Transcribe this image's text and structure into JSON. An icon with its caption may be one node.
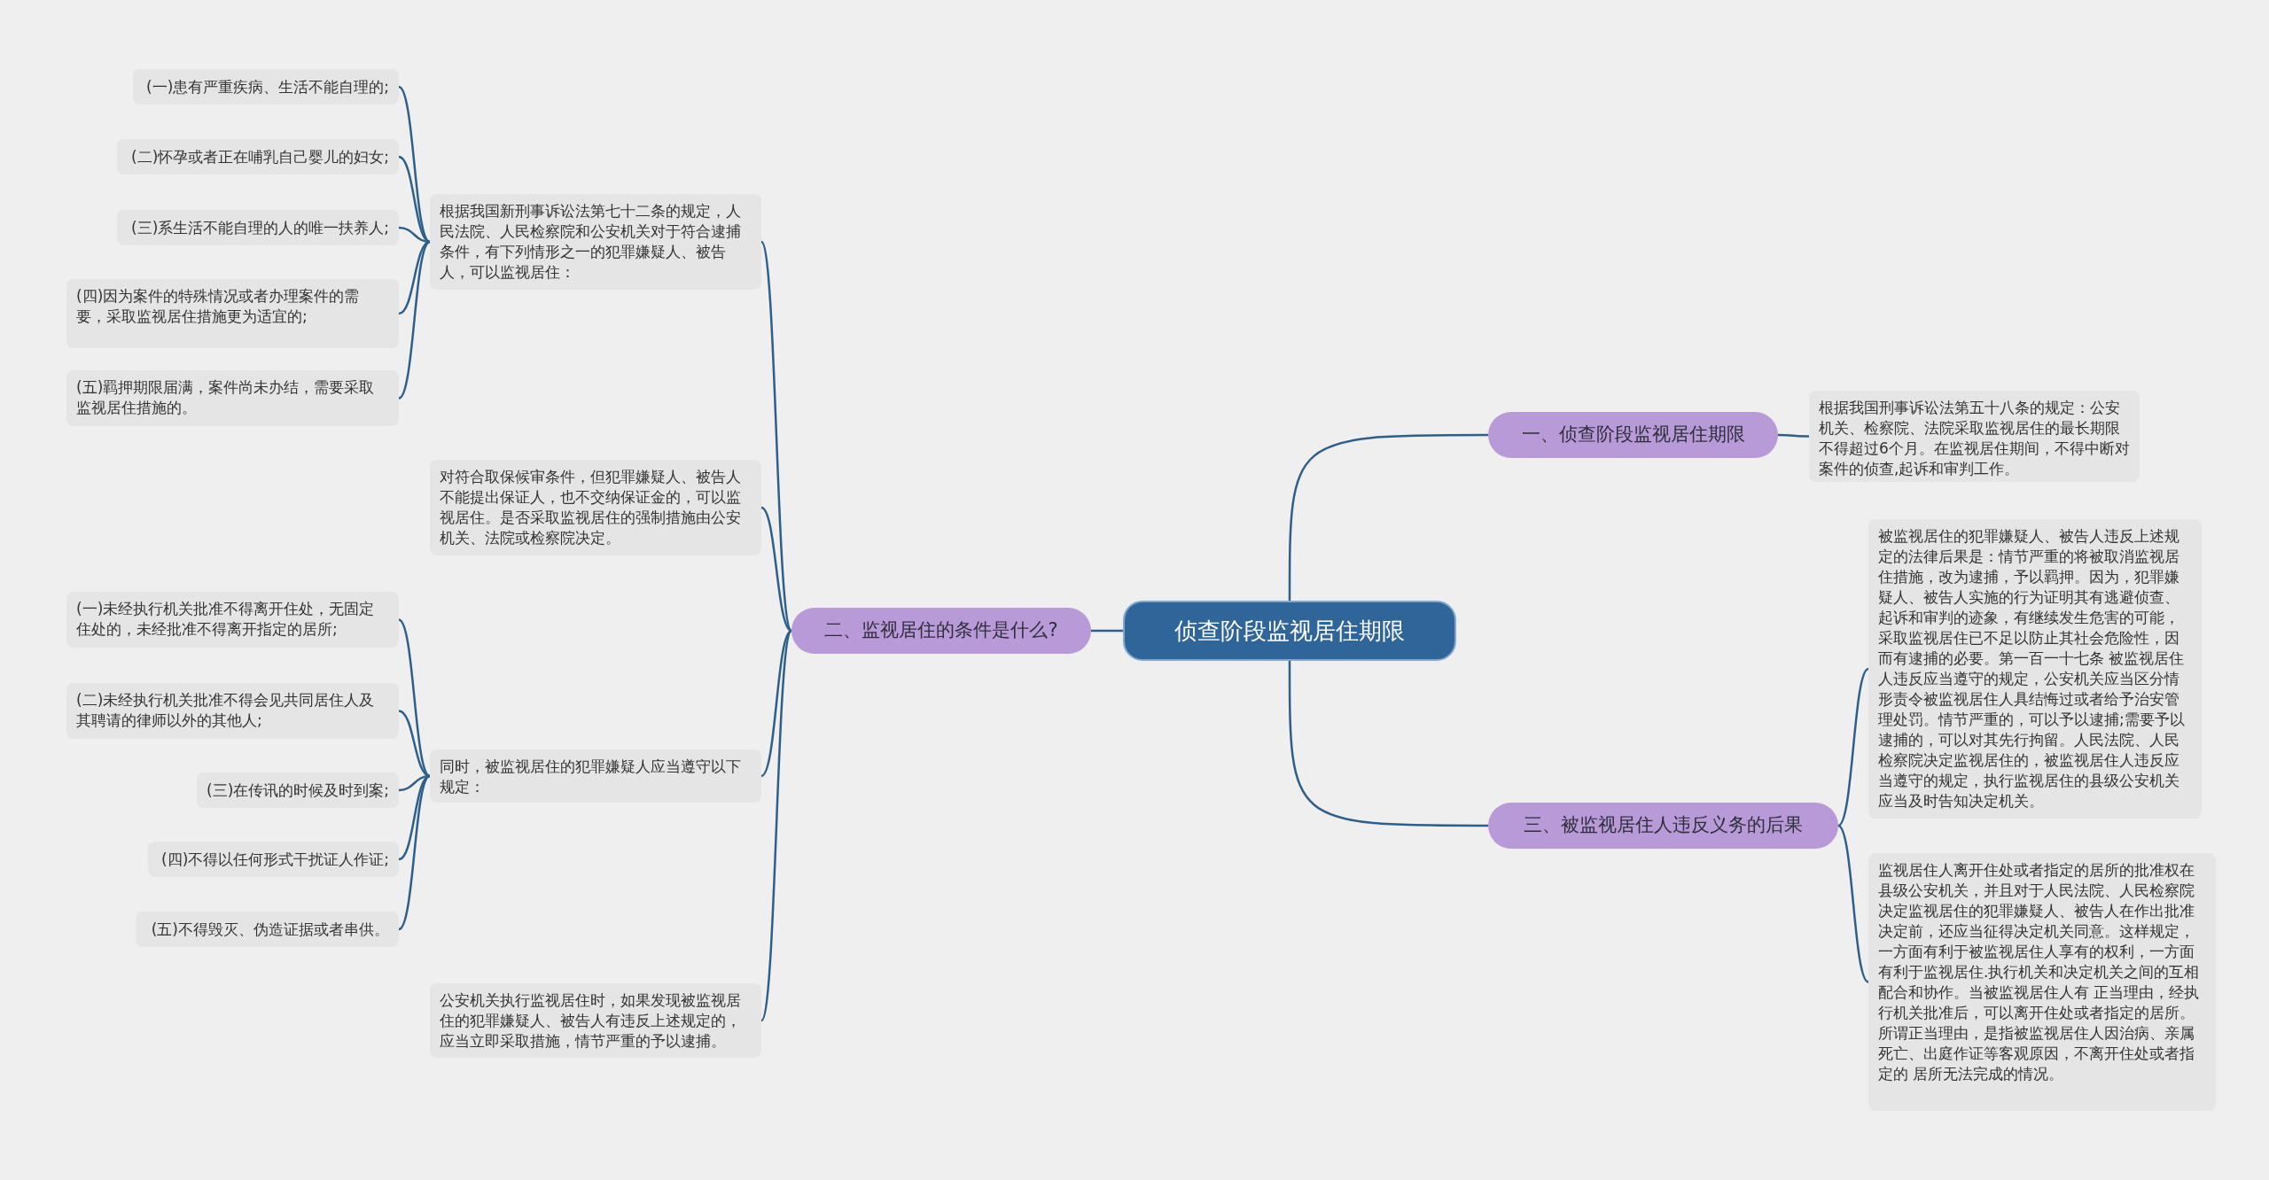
{
  "diagram": {
    "nodes": [
      {
        "text": [
          "侦查阶段监视居住期限"
        ]
      },
      {
        "text": [
          "二、监视居住的条件是什么?"
        ]
      },
      {
        "text": [
          "一、侦查阶段监视居住期限"
        ]
      },
      {
        "text": [
          "三、被监视居住人违反义务的后果"
        ]
      },
      {
        "text": [
          "根据我国新刑事诉讼法第七十二条的规定，人民法院、人民检察院和公安机关对于符合逮捕条件，有下列情形之一的犯罪嫌疑人、被告人，可以监视居住："
        ]
      },
      {
        "text": [
          "(一)患有严重疾病、生活不能自理的;"
        ]
      },
      {
        "text": [
          "(二)怀孕或者正在哺乳自己婴儿的妇女;"
        ]
      },
      {
        "text": [
          "(三)系生活不能自理的人的唯一扶养人;"
        ]
      },
      {
        "text": [
          "(四)因为案件的特殊情况或者办理案件的需要，采取监视居住措施更为适宜的;"
        ]
      },
      {
        "text": [
          "(五)羁押期限届满，案件尚未办结，需要采取监视居住措施的。"
        ]
      },
      {
        "text": [
          "对符合取保候审条件，但犯罪嫌疑人、被告人不能提出保证人，也不交纳保证金的，可以监视居住。是否采取监视居住的强制措施由公安机关、法院或检察院决定。"
        ]
      },
      {
        "text": [
          "同时，被监视居住的犯罪嫌疑人应当遵守以下规定："
        ]
      },
      {
        "text": [
          "(一)未经执行机关批准不得离开住处，无固定住处的，未经批准不得离开指定的居所;"
        ]
      },
      {
        "text": [
          "(二)未经执行机关批准不得会见共同居住人及其聘请的律师以外的其他人;"
        ]
      },
      {
        "text": [
          "(三)在传讯的时候及时到案;"
        ]
      },
      {
        "text": [
          "(四)不得以任何形式干扰证人作证;"
        ]
      },
      {
        "text": [
          "(五)不得毁灭、伪造证据或者串供。"
        ]
      },
      {
        "text": [
          "公安机关执行监视居住时，如果发现被监视居住的犯罪嫌疑人、被告人有违反上述规定的，应当立即采取措施，情节严重的予以逮捕。"
        ]
      },
      {
        "text": [
          "根据我国刑事诉讼法第五十八条的规定：公安机关、检察院、法院采取监视居住的最长期限不得超过6个月。在监视居住期间，不得中断对案件的侦查,起诉和审判工作。"
        ]
      },
      {
        "text": [
          "被监视居住的犯罪嫌疑人、被告人违反上述规定的法律后果是：情节严重的将被取消监视居住措施，改为逮捕，予以羁押。因为，犯罪嫌疑人、被告人实施的行为证明其有逃避侦查、起诉和审判的迹象，有继续发生危害的可能，采取监视居住已不足以防止其社会危险性，因而有逮捕的必要。第一百一十七条 被监视居住人违反应当遵守的规定，公安机关应当区分情形责令被监视居住人具结悔过或者给予治安管理处罚。情节严重的，可以予以逮捕;需要予以逮捕的，可以对其先行拘留。人民法院、人民检察院决定监视居住的，被监视居住人违反应当遵守的规定，执行监视居住的县级公安机关应当及时告知决定机关。"
        ]
      },
      {
        "text": [
          "监视居住人离开住处或者指定的居所的批准权在县级公安机关，并且对于人民法院、人民检察院决定监视居住的犯罪嫌疑人、被告人在作出批准决定前，还应当征得决定机关同意。这样规定，一方面有利于被监视居住人享有的权利，一方面有利于监视居住.执行机关和决定机关之间的互相配合和协作。当被监视居住人有 正当理由，经执行机关批准后，可以离开住处或者指定的居所。所谓正当理由，是指被监视居住人因治病、亲属死亡、出庭作证等客观原因，不离开住处或者指定的 居所无法完成的情况。"
        ]
      }
    ],
    "edges": [
      {
        "from": 0,
        "to": 1,
        "arrow": "none"
      },
      {
        "from": 0,
        "to": 2,
        "arrow": "none"
      },
      {
        "from": 0,
        "to": 3,
        "arrow": "none"
      },
      {
        "from": 1,
        "to": 4,
        "arrow": "none"
      },
      {
        "from": 4,
        "to": 5,
        "arrow": "none"
      },
      {
        "from": 4,
        "to": 6,
        "arrow": "none"
      },
      {
        "from": 4,
        "to": 7,
        "arrow": "none"
      },
      {
        "from": 4,
        "to": 8,
        "arrow": "none"
      },
      {
        "from": 4,
        "to": 9,
        "arrow": "none"
      },
      {
        "from": 1,
        "to": 10,
        "arrow": "none"
      },
      {
        "from": 1,
        "to": 11,
        "arrow": "none"
      },
      {
        "from": 11,
        "to": 12,
        "arrow": "none"
      },
      {
        "from": 11,
        "to": 13,
        "arrow": "none"
      },
      {
        "from": 11,
        "to": 14,
        "arrow": "none"
      },
      {
        "from": 11,
        "to": 15,
        "arrow": "none"
      },
      {
        "from": 11,
        "to": 16,
        "arrow": "none"
      },
      {
        "from": 1,
        "to": 17,
        "arrow": "none"
      },
      {
        "from": 2,
        "to": 18,
        "arrow": "none"
      },
      {
        "from": 3,
        "to": 19,
        "arrow": "none"
      },
      {
        "from": 3,
        "to": 20,
        "arrow": "none"
      }
    ]
  }
}
